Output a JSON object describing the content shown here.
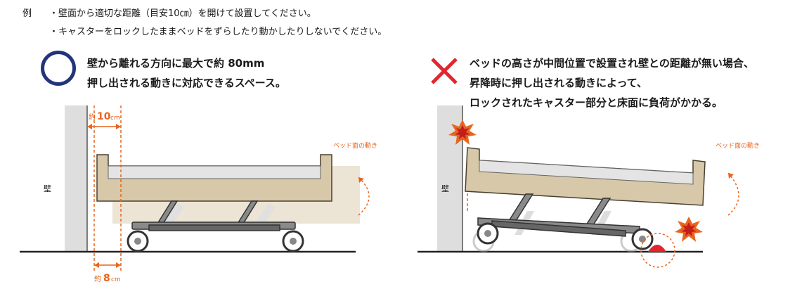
{
  "notes": {
    "label": "例",
    "line1": "・壁面から適切な距離（目安10㎝）を開けて設置してください。",
    "line2": "・キャスターをロックしたままベッドをずらしたり動かしたりしないでください。"
  },
  "good": {
    "line1": "壁から離れる方向に最大で約 80mm",
    "line2": "押し出される動きに対応できるスペース。",
    "wall_label": "壁",
    "top_measure_prefix": "約",
    "top_measure_value": "10",
    "top_measure_unit": "cm",
    "bottom_measure_prefix": "約",
    "bottom_measure_value": "8",
    "bottom_measure_unit": "cm",
    "motion_label": "ベッド面の動き"
  },
  "bad": {
    "line1": "ベッドの高さが中間位置で設置され壁との距離が無い場合、",
    "line2": "昇降時に押し出される動きによって、",
    "line3": "ロックされたキャスター部分と床面に負荷がかかる。",
    "wall_label": "壁",
    "motion_label": "ベッド面の動き"
  },
  "colors": {
    "accent_orange": "#e8651e",
    "good_circle": "#22347a",
    "bad_cross": "#e3262e",
    "wall_gray": "#dedede",
    "bed_tan": "#d6c8a8",
    "bed_ghost": "#ece4d5",
    "mattress": "#e4e4e4"
  }
}
